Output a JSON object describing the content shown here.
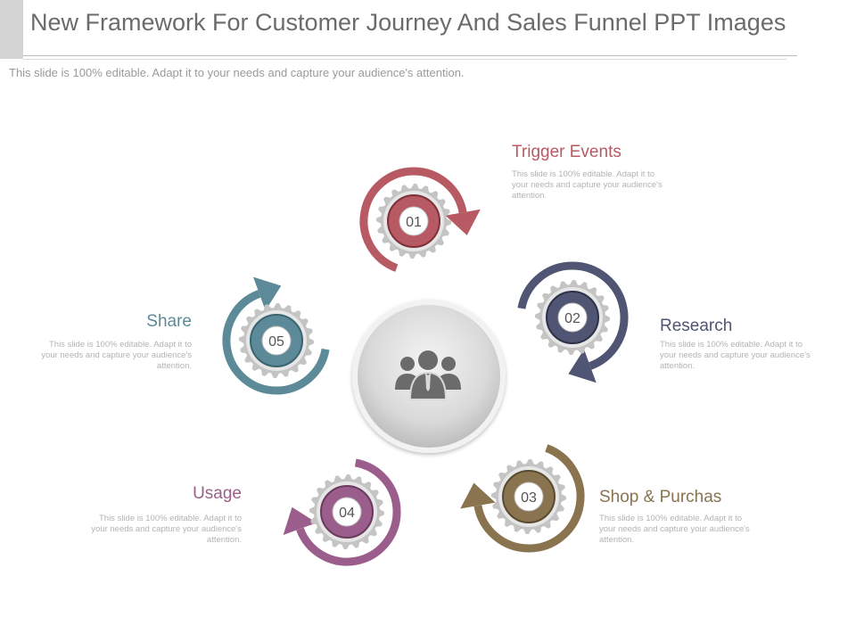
{
  "header": {
    "title": "New Framework For Customer Journey And Sales Funnel PPT Images",
    "subtitle": "This slide is 100% editable. Adapt it to your needs and capture your audience's attention."
  },
  "center": {
    "icon": "people-group-icon"
  },
  "steps": [
    {
      "number": "01",
      "title": "Trigger Events",
      "description": "This slide is 100% editable. Adapt it to your needs and capture your audience's attention.",
      "color": "#b85a63",
      "dark": "#7d3138"
    },
    {
      "number": "02",
      "title": "Research",
      "description": "This slide is 100% editable. Adapt it to your needs and capture your audience's attention.",
      "color": "#4f5573",
      "dark": "#2e3248"
    },
    {
      "number": "03",
      "title": "Shop & Purchas",
      "description": "This slide is 100% editable. Adapt it to your needs and capture your audience's attention.",
      "color": "#8a7450",
      "dark": "#5a4a30"
    },
    {
      "number": "04",
      "title": "Usage",
      "description": "This slide is 100% editable. Adapt it to your needs and capture your audience's attention.",
      "color": "#9b5e8c",
      "dark": "#6a3a5e"
    },
    {
      "number": "05",
      "title": "Share",
      "description": "This slide is 100% editable. Adapt it to your needs and capture your audience's attention.",
      "color": "#5c8a98",
      "dark": "#3a6470"
    }
  ]
}
